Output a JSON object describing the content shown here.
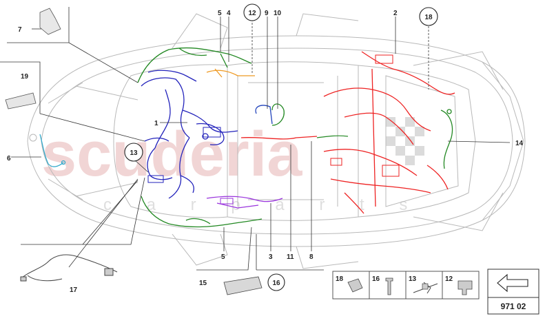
{
  "diagram": {
    "watermark_main": "scuderia",
    "watermark_sub": "c a r p a r t s",
    "callouts": {
      "c1": "1",
      "c2": "2",
      "c3": "3",
      "c4": "4",
      "c5a": "5",
      "c5b": "5",
      "c6": "6",
      "c7": "7",
      "c8": "8",
      "c9": "9",
      "c10": "10",
      "c11": "11",
      "c14": "14",
      "c15": "15",
      "c17": "17",
      "c19": "19"
    },
    "circled": {
      "c12": "12",
      "c13": "13",
      "c16": "16",
      "c18": "18"
    },
    "legend": {
      "items": [
        {
          "num": "18"
        },
        {
          "num": "16"
        },
        {
          "num": "13"
        },
        {
          "num": "12"
        }
      ]
    },
    "reference_code": "971 02",
    "colors": {
      "front_harness": "#2222bb",
      "rear_harness": "#ee2222",
      "side_harness": "#228822",
      "roof_harness": "#9933dd",
      "cyan_harness": "#33aacc",
      "orange_harness": "#ee9922",
      "watermark": "#e7b3b3"
    }
  }
}
